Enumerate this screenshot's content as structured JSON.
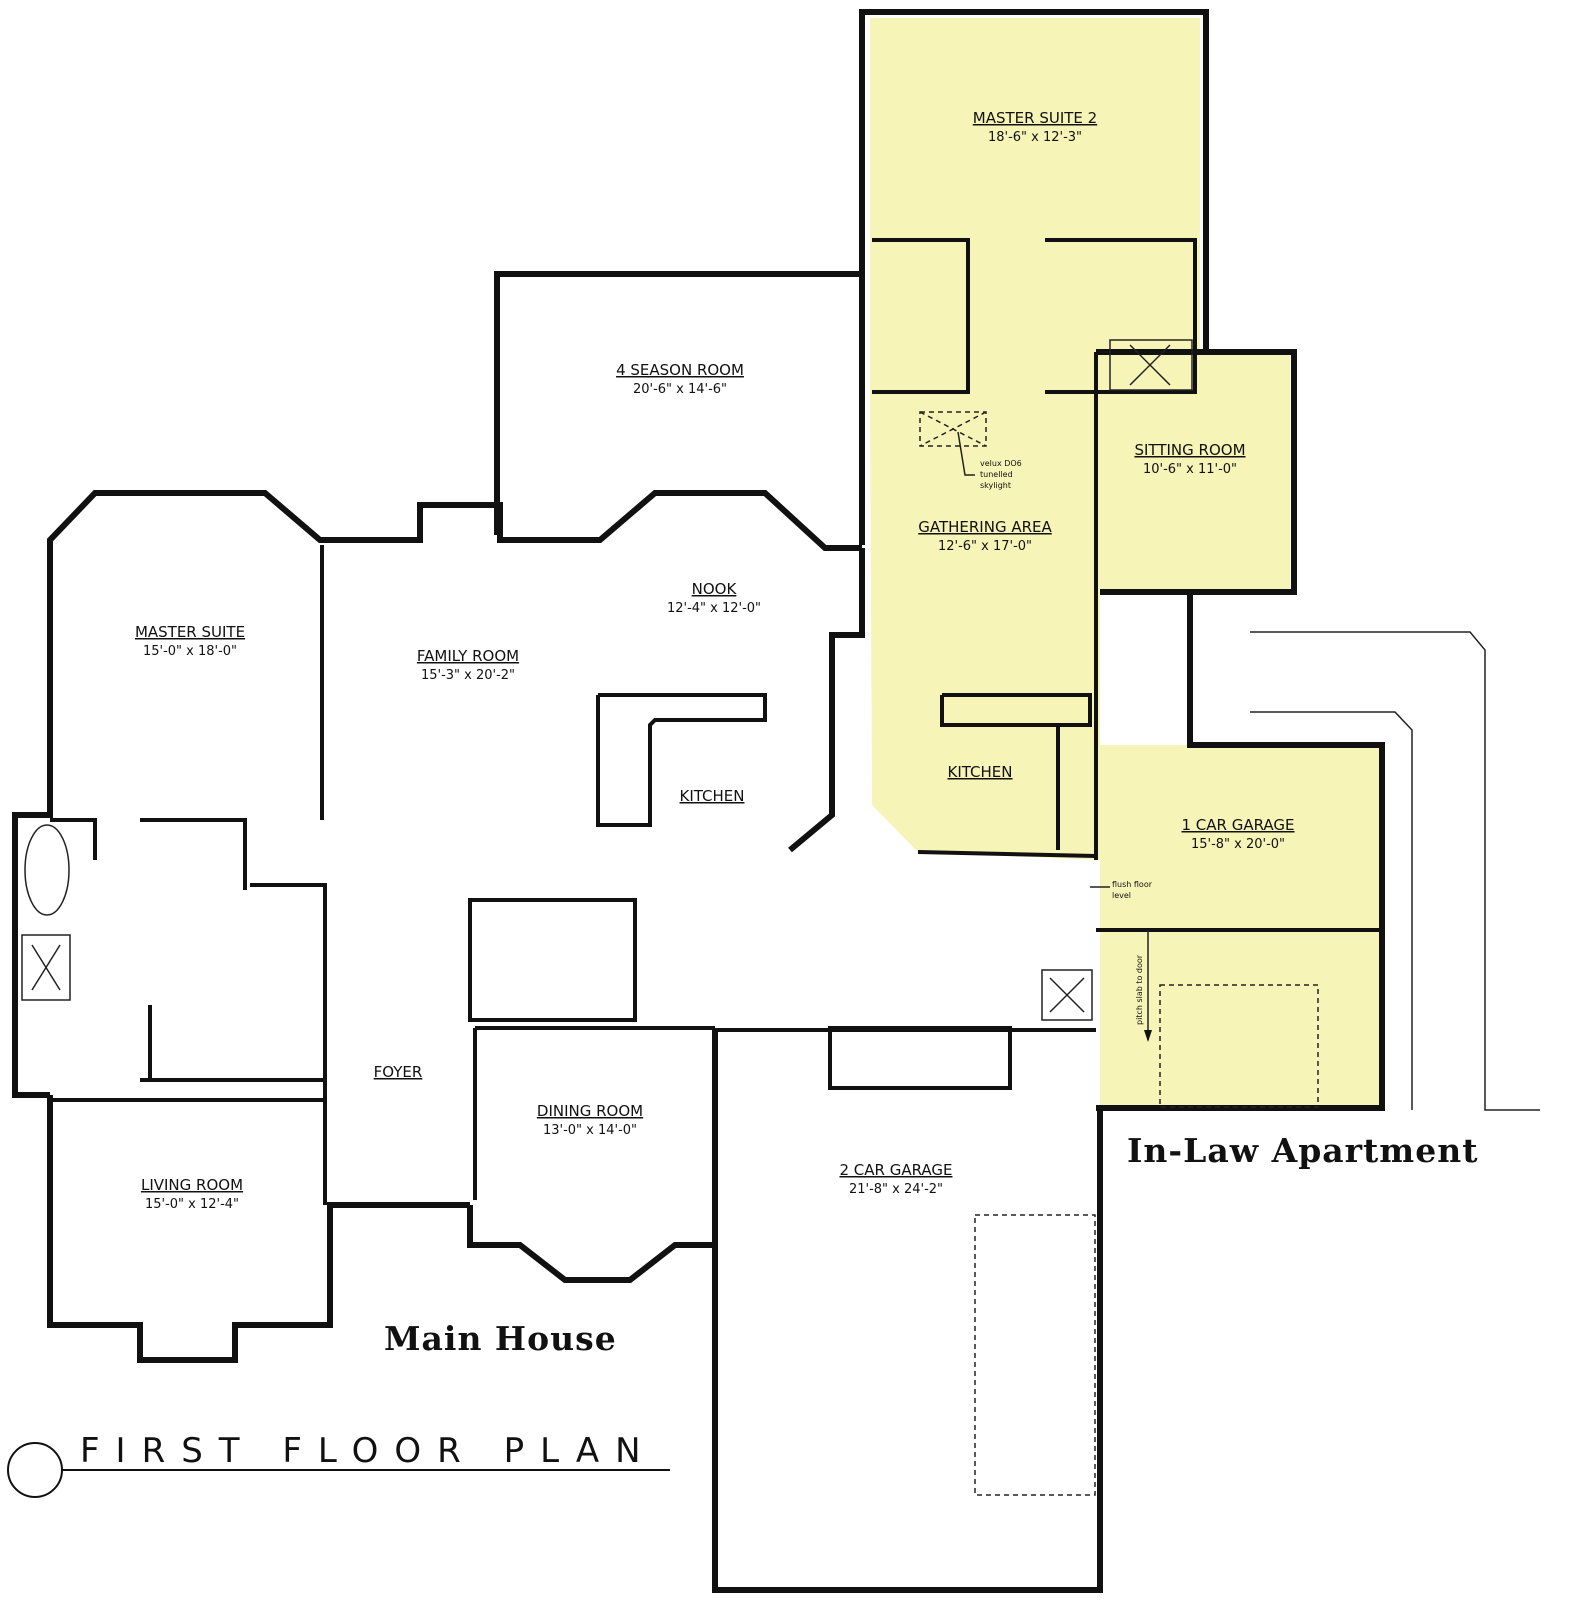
{
  "title": "FIRST FLOOR PLAN",
  "sections": {
    "main_house": "Main House",
    "in_law": "In-Law Apartment"
  },
  "colors": {
    "in_law_fill": "#f7f4b8",
    "wall": "#111111"
  },
  "rooms": [
    {
      "name": "MASTER SUITE 2",
      "dims": "18'-6\" x 12'-3\""
    },
    {
      "name": "4 SEASON ROOM",
      "name2": "",
      "dims": "20'-6\" x 14'-6\""
    },
    {
      "name": "SITTING ROOM",
      "dims": "10'-6\" x 11'-0\""
    },
    {
      "name": "GATHERING AREA",
      "dims": "12'-6\" x 17'-0\""
    },
    {
      "name": "NOOK",
      "dims": "12'-4\" x 12'-0\""
    },
    {
      "name": "MASTER SUITE",
      "dims": "15'-0\" x 18'-0\""
    },
    {
      "name": "FAMILY ROOM",
      "dims": "15'-3\" x 20'-2\""
    },
    {
      "name": "KITCHEN",
      "dims": ""
    },
    {
      "name": "KITCHEN",
      "dims": ""
    },
    {
      "name": "1 CAR GARAGE",
      "dims": "15'-8\" x 20'-0\""
    },
    {
      "name": "FOYER",
      "dims": ""
    },
    {
      "name": "DINING ROOM",
      "dims": "13'-0\" x 14'-0\""
    },
    {
      "name": "LIVING ROOM",
      "dims": "15'-0\" x 12'-4\""
    },
    {
      "name": "2 CAR GARAGE",
      "dims": "21'-8\" x 24'-2\""
    }
  ],
  "notes": {
    "skylight": [
      "velux DO6",
      "tunelled",
      "skylight"
    ],
    "flush_floor": [
      "flush floor",
      "level"
    ],
    "pitch_slab": "pitch slab to door"
  }
}
